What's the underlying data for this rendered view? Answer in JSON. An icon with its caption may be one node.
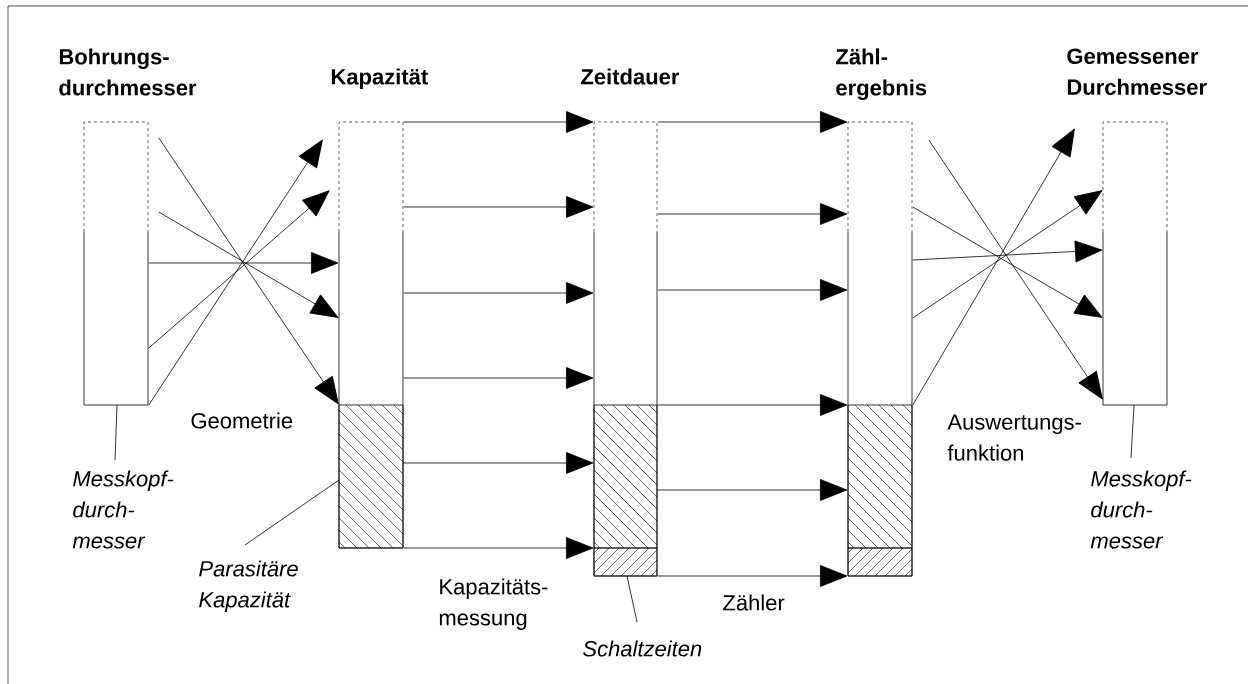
{
  "diagram": {
    "nodes": [
      {
        "text": [
          "Bohrungs- durchmesser"
        ]
      },
      {
        "text": [
          "Kapazität"
        ]
      },
      {
        "text": [],
        "shape": "box",
        "in": 1
      },
      {
        "text": [
          "Zeitdauer"
        ]
      },
      {
        "text": [],
        "shape": "box",
        "in": 3
      },
      {
        "text": [
          "Zähl- ergebnis"
        ]
      },
      {
        "text": [
          "Gemessener Durchmesser"
        ]
      },
      {
        "text": [
          "Messkopf- durch- messer"
        ]
      },
      {
        "text": [
          "Parasitäre Kapazität"
        ]
      },
      {
        "text": [
          "Schaltzeiten"
        ]
      },
      {
        "text": [
          "Messkopf- durch- messer"
        ]
      }
    ],
    "edges": [
      {
        "from": 0,
        "to": 1,
        "arrow": "to"
      },
      {
        "from": 0,
        "to": 1,
        "arrow": "to"
      },
      {
        "from": 0,
        "to": 1,
        "arrow": "to"
      },
      {
        "from": 0,
        "to": 1,
        "arrow": "to"
      },
      {
        "from": 0,
        "to": 1,
        "arrow": "to"
      },
      {
        "from": 1,
        "to": 3,
        "arrow": "to"
      },
      {
        "from": 1,
        "to": 3,
        "arrow": "to"
      },
      {
        "from": 1,
        "to": 3,
        "arrow": "to"
      },
      {
        "from": 1,
        "to": 3,
        "arrow": "to"
      },
      {
        "from": 2,
        "to": 3,
        "arrow": "to"
      },
      {
        "from": 1,
        "to": 3,
        "arrow": "to"
      },
      {
        "from": 3,
        "to": 5,
        "arrow": "to"
      },
      {
        "from": 3,
        "to": 5,
        "arrow": "to"
      },
      {
        "from": 3,
        "to": 5,
        "arrow": "to"
      },
      {
        "from": 3,
        "to": 5,
        "arrow": "to"
      },
      {
        "from": 3,
        "to": 5,
        "arrow": "to"
      },
      {
        "from": 3,
        "to": 5,
        "arrow": "to"
      },
      {
        "from": 5,
        "to": 6,
        "arrow": "to"
      },
      {
        "from": 5,
        "to": 6,
        "arrow": "to"
      },
      {
        "from": 5,
        "to": 6,
        "arrow": "to"
      },
      {
        "from": 5,
        "to": 6,
        "arrow": "to"
      },
      {
        "from": 5,
        "to": 6,
        "arrow": "to"
      },
      {
        "from": 7,
        "to": 0,
        "arrow": "none"
      },
      {
        "from": 8,
        "to": 2,
        "arrow": "none"
      },
      {
        "from": 9,
        "to": 4,
        "arrow": "none"
      },
      {
        "from": 10,
        "to": 6,
        "arrow": "none"
      }
    ],
    "labels": [
      "Geometrie",
      "Kapazitäts- messung",
      "Zähler",
      "Auswertungs- funktion"
    ]
  }
}
